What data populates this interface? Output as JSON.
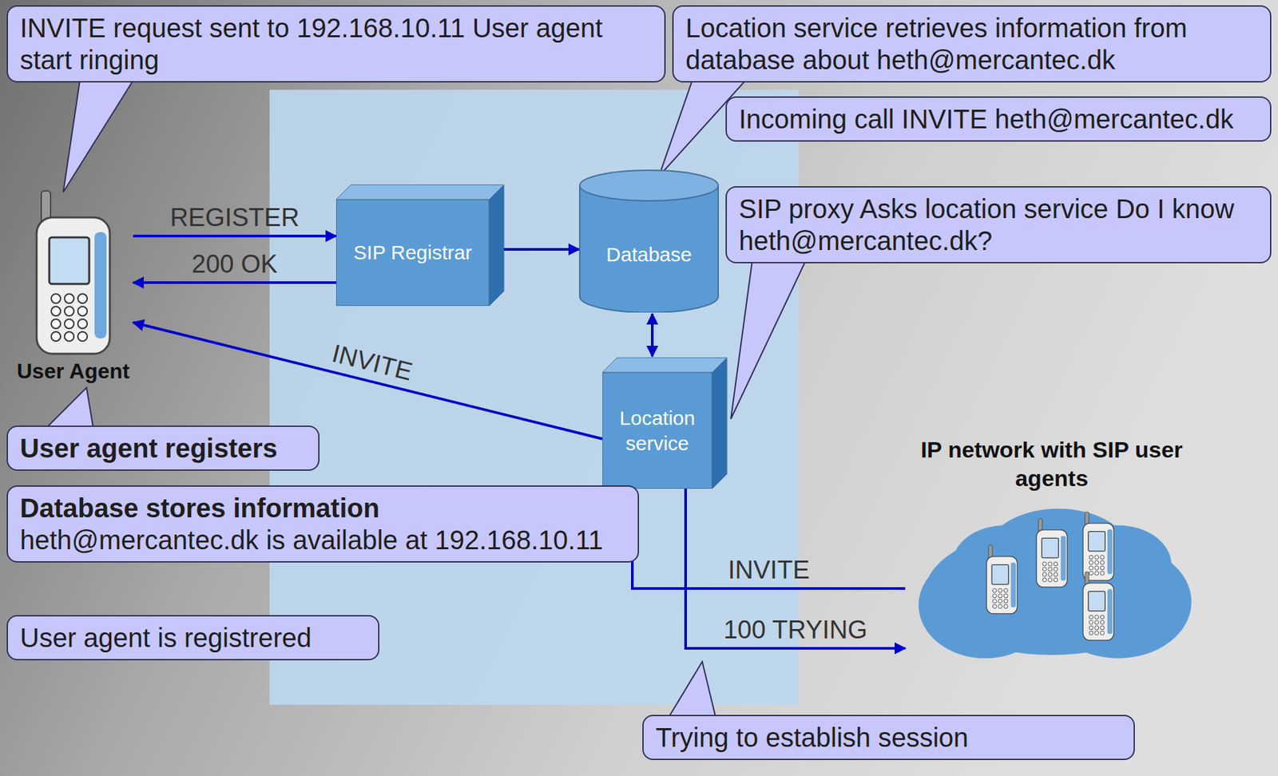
{
  "diagram": {
    "nodes": [
      {
        "text": [
          "User Agent"
        ]
      },
      {
        "text": [
          "SIP Registrar"
        ]
      },
      {
        "text": [
          "Database"
        ]
      },
      {
        "text": [
          "Location service"
        ]
      },
      {
        "text": [
          "IP network with SIP user agents"
        ]
      },
      {
        "text": [
          "INVITE request sent to 192.168.10.11 User agent start ringing"
        ]
      },
      {
        "text": [
          "Location service retrieves information from database about heth@mercantec.dk"
        ]
      },
      {
        "text": [
          "Incoming call INVITE heth@mercantec.dk"
        ]
      },
      {
        "text": [
          "SIP proxy Asks location service Do I know heth@mercantec.dk?"
        ]
      },
      {
        "text": [
          "User agent registers"
        ]
      },
      {
        "text": [
          "Database stores information",
          "heth@mercantec.dk is available at 192.168.10.11"
        ]
      },
      {
        "text": [
          "User agent is registrered"
        ]
      },
      {
        "text": [
          "Trying to establish session"
        ]
      }
    ],
    "edges": [
      {
        "from": 0,
        "to": 1,
        "label": "REGISTER",
        "arrow": "to"
      },
      {
        "from": 1,
        "to": 0,
        "label": "200 OK",
        "arrow": "to"
      },
      {
        "from": 1,
        "to": 2,
        "arrow": "to"
      },
      {
        "from": 2,
        "to": 3,
        "arrow": "both"
      },
      {
        "from": 4,
        "to": 3,
        "label": "INVITE",
        "arrow": "to"
      },
      {
        "from": 3,
        "to": 4,
        "label": "100 TRYING",
        "arrow": "to"
      },
      {
        "from": 3,
        "to": 0,
        "label": "INVITE",
        "arrow": "to"
      }
    ]
  }
}
